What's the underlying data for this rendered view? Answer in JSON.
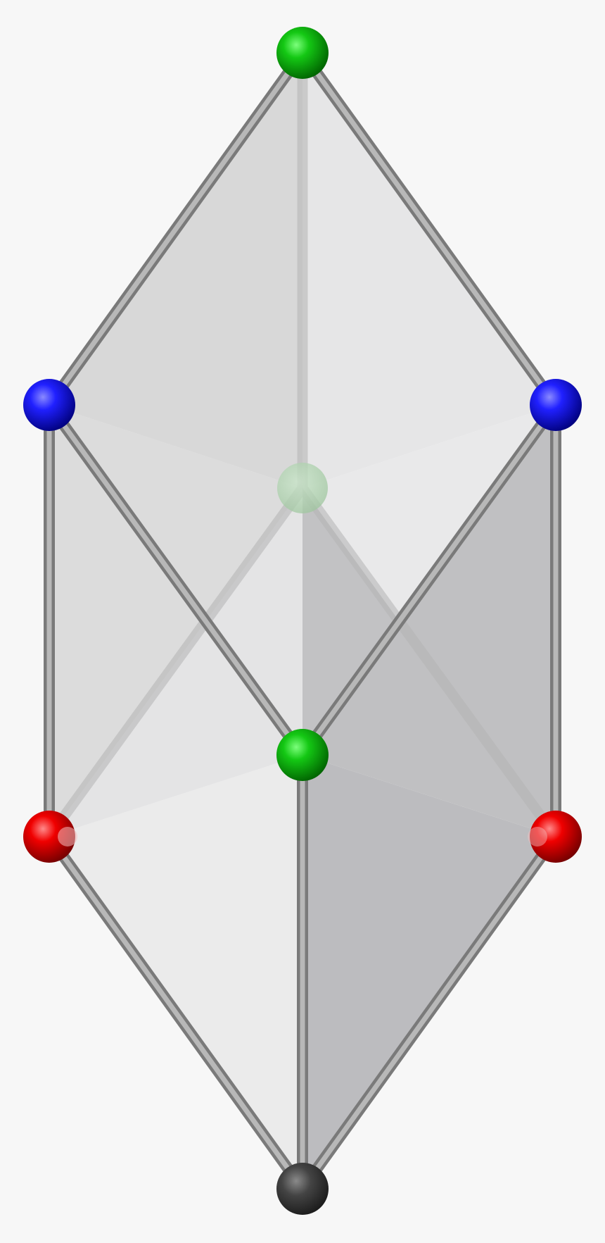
{
  "colors": {
    "background": "#f7f7f7",
    "vertex_green": "#00b400",
    "vertex_blue": "#1a1aff",
    "vertex_red": "#f00000",
    "vertex_dark": "#3a3a3a",
    "edge": "#9c9c9c",
    "face_light": "#ececec",
    "face_mid": "#dcdcdc",
    "face_dark": "#bdbdc0"
  },
  "vertices": [
    {
      "id": "top",
      "color_role": "vertex_green",
      "icon": "green-sphere"
    },
    {
      "id": "left-upper",
      "color_role": "vertex_blue",
      "icon": "blue-sphere"
    },
    {
      "id": "right-upper",
      "color_role": "vertex_blue",
      "icon": "blue-sphere"
    },
    {
      "id": "back-center",
      "color_role": "vertex_green",
      "icon": "green-sphere",
      "hidden": true
    },
    {
      "id": "front-center",
      "color_role": "vertex_green",
      "icon": "green-sphere"
    },
    {
      "id": "left-lower",
      "color_role": "vertex_red",
      "icon": "red-sphere"
    },
    {
      "id": "right-lower",
      "color_role": "vertex_red",
      "icon": "red-sphere"
    },
    {
      "id": "bottom",
      "color_role": "vertex_dark",
      "icon": "dark-sphere"
    }
  ]
}
